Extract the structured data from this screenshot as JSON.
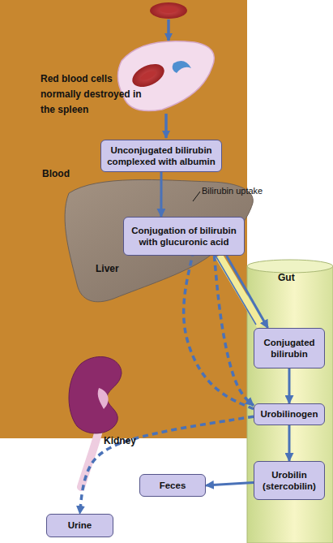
{
  "diagram": {
    "nodes": [
      {
        "text": [
          "Unconjugated bilirubin complexed with albumin"
        ]
      },
      {
        "text": [
          "Conjugation of bilirubin with glucuronic acid"
        ]
      },
      {
        "text": [
          "Conjugated bilirubin"
        ]
      },
      {
        "text": [
          "Urobilinogen"
        ]
      },
      {
        "text": [
          "Urobilin (stercobilin)"
        ]
      },
      {
        "text": [
          "Feces"
        ]
      },
      {
        "text": [
          "Urine"
        ]
      }
    ],
    "edges": [
      {
        "from": 0,
        "to": 1,
        "arrow": "to"
      },
      {
        "from": 1,
        "to": 2,
        "arrow": "to"
      },
      {
        "from": 2,
        "to": 3,
        "arrow": "to"
      },
      {
        "from": 3,
        "to": 4,
        "arrow": "to"
      },
      {
        "from": 4,
        "to": 5,
        "arrow": "to"
      },
      {
        "from": 1,
        "to": 3,
        "arrow": "to"
      },
      {
        "from": 3,
        "to": 1,
        "arrow": "none"
      },
      {
        "from": 3,
        "to": 6,
        "arrow": "to"
      }
    ],
    "labels": [
      "Red blood cells normally destroyed in the spleen",
      "Blood",
      "Bilirubin uptake",
      "Liver",
      "Gut",
      "Kidney"
    ]
  }
}
